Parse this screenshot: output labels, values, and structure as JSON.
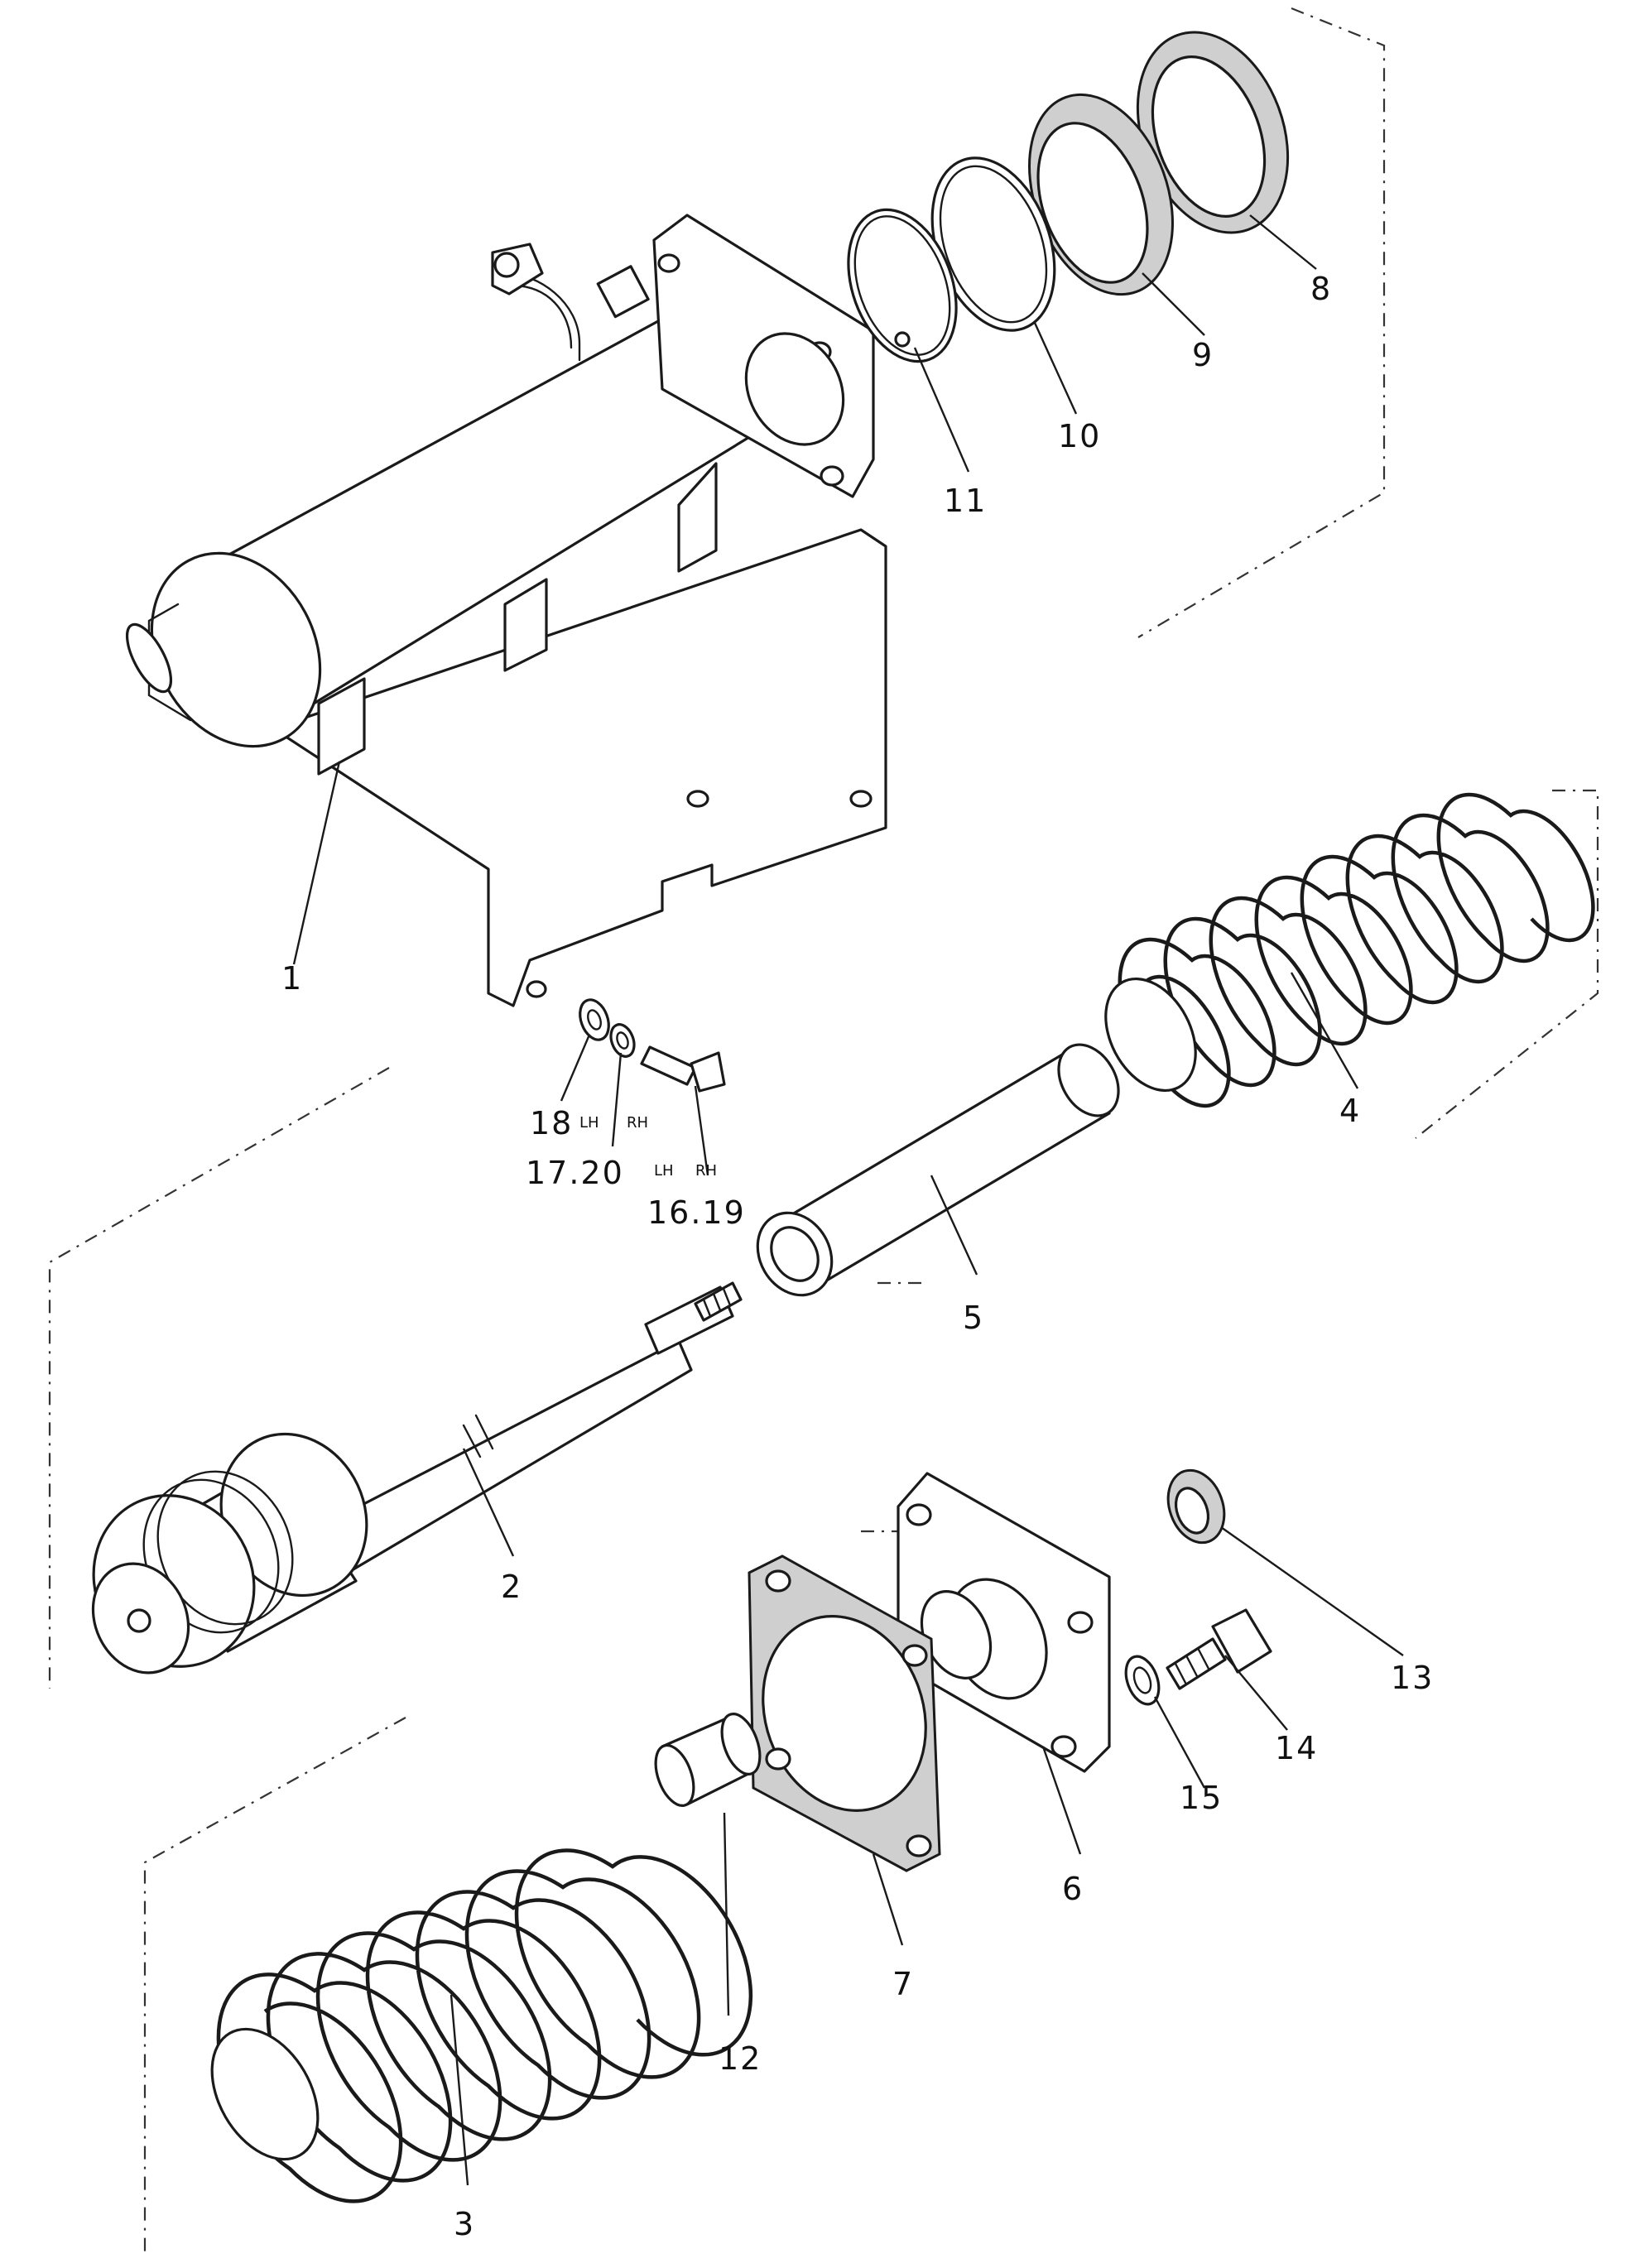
{
  "callouts": {
    "p1": "1",
    "p2": "2",
    "p3": "3",
    "p4": "4",
    "p5": "5",
    "p6": "6",
    "p7": "7",
    "p8": "8",
    "p9": "9",
    "p10": "10",
    "p11": "11",
    "p12": "12",
    "p13": "13",
    "p14": "14",
    "p15": "15",
    "p18": "18",
    "p17_20": "17.20",
    "p16_19": "16.19"
  },
  "side_marks": {
    "a_lh": "LH",
    "a_rh": "RH",
    "b_lh": "LH",
    "b_rh": "RH"
  }
}
